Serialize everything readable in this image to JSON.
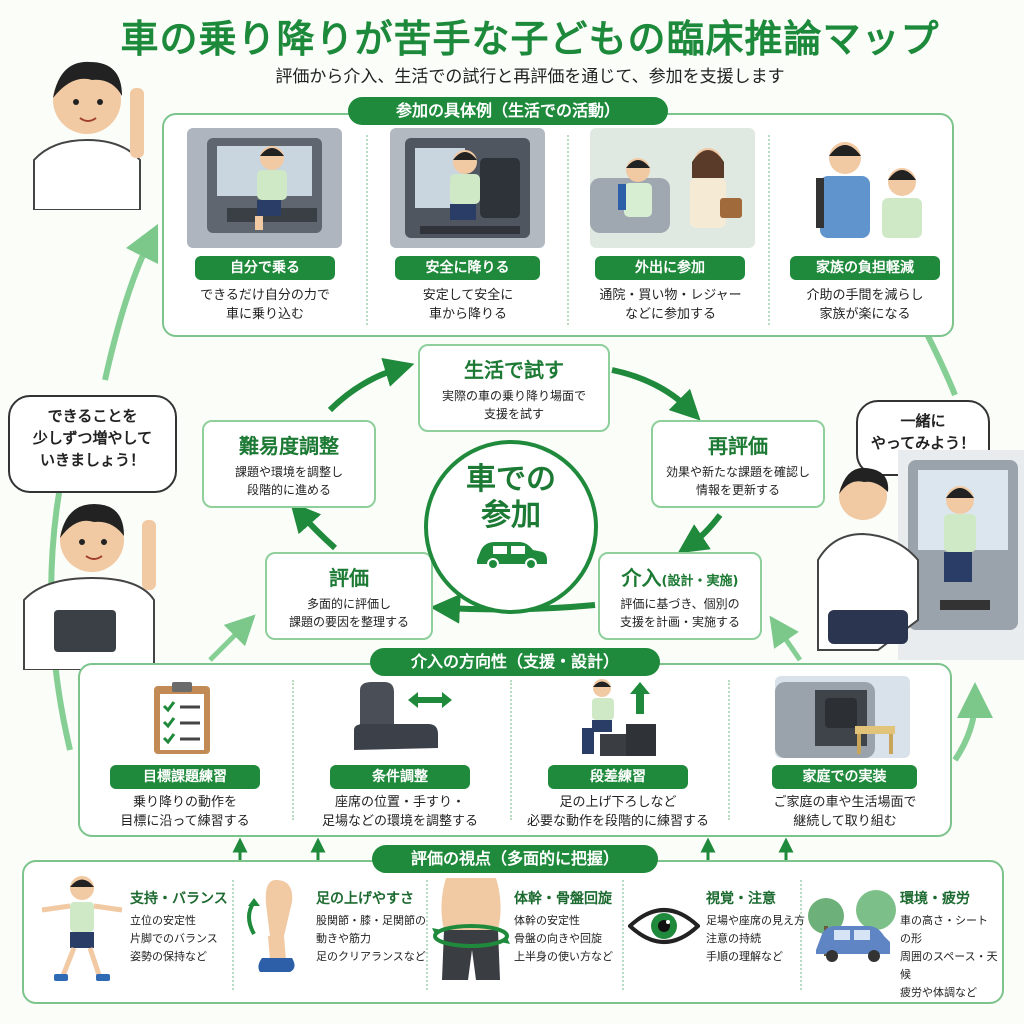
{
  "header": {
    "title": "車の乗り降りが苦手な子どもの臨床推論マップ",
    "subtitle": "評価から介入、生活での試行と再評価を通じて、参加を支援します"
  },
  "participation": {
    "heading": "参加の具体例（生活での活動）",
    "items": [
      {
        "label": "自分で乗る",
        "desc1": "できるだけ自分の力で",
        "desc2": "車に乗り込む"
      },
      {
        "label": "安全に降りる",
        "desc1": "安定して安全に",
        "desc2": "車から降りる"
      },
      {
        "label": "外出に参加",
        "desc1": "通院・買い物・レジャー",
        "desc2": "などに参加する"
      },
      {
        "label": "家族の負担軽減",
        "desc1": "介助の手間を減らし",
        "desc2": "家族が楽になる"
      }
    ]
  },
  "cycle": {
    "center1": "車での",
    "center2": "参加",
    "try": {
      "title": "生活で試す",
      "desc1": "実際の車の乗り降り場面で",
      "desc2": "支援を試す"
    },
    "reeval": {
      "title": "再評価",
      "desc1": "効果や新たな課題を確認し",
      "desc2": "情報を更新する"
    },
    "intervention": {
      "title": "介入",
      "title_sub": "(設計・実施)",
      "desc1": "評価に基づき、個別の",
      "desc2": "支援を計画・実施する"
    },
    "evaluation": {
      "title": "評価",
      "desc1": "多面的に評価し",
      "desc2": "課題の要因を整理する"
    },
    "difficulty": {
      "title": "難易度調整",
      "desc1": "課題や環境を調整し",
      "desc2": "段階的に進める"
    }
  },
  "bubbles": {
    "left1": "できることを",
    "left2": "少しずつ増やして",
    "left3": "いきましょう！",
    "right1": "一緒に",
    "right2": "やってみよう！"
  },
  "intervention_direction": {
    "heading": "介入の方向性（支援・設計）",
    "items": [
      {
        "label": "目標課題練習",
        "desc1": "乗り降りの動作を",
        "desc2": "目標に沿って練習する"
      },
      {
        "label": "条件調整",
        "desc1": "座席の位置・手すり・",
        "desc2": "足場などの環境を調整する"
      },
      {
        "label": "段差練習",
        "desc1": "足の上げ下ろしなど",
        "desc2": "必要な動作を段階的に練習する"
      },
      {
        "label": "家庭での実装",
        "desc1": "ご家庭の車や生活場面で",
        "desc2": "継続して取り組む"
      }
    ]
  },
  "viewpoints": {
    "heading": "評価の視点（多面的に把握）",
    "items": [
      {
        "title": "支持・バランス",
        "l1": "立位の安定性",
        "l2": "片脚でのバランス",
        "l3": "姿勢の保持など"
      },
      {
        "title": "足の上げやすさ",
        "l1": "股関節・膝・足関節の",
        "l2": "動きや筋力",
        "l3": "足のクリアランスなど"
      },
      {
        "title": "体幹・骨盤回旋",
        "l1": "体幹の安定性",
        "l2": "骨盤の向きや回旋",
        "l3": "上半身の使い方など"
      },
      {
        "title": "視覚・注意",
        "l1": "足場や座席の見え方",
        "l2": "注意の持続",
        "l3": "手順の理解など"
      },
      {
        "title": "環境・疲労",
        "l1": "車の高さ・シートの形",
        "l2": "周囲のスペース・天候",
        "l3": "疲労や体調など"
      }
    ]
  },
  "colors": {
    "brand_green": "#1f8a3b",
    "border_green": "#7cc48c",
    "arrow_green": "#6cc07c"
  }
}
